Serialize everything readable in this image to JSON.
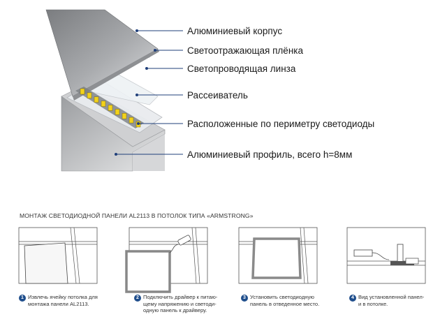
{
  "layers": [
    {
      "id": "housing",
      "label": "Алюминиевый корпус"
    },
    {
      "id": "reflective-film",
      "label": "Светоотражающая плёнка"
    },
    {
      "id": "light-guide-lens",
      "label": "Светопроводящая линза"
    },
    {
      "id": "diffuser",
      "label": "Рассеиватель"
    },
    {
      "id": "perimeter-leds",
      "label": "Расположенные по периметру светодиоды"
    },
    {
      "id": "aluminum-profile",
      "label": "Алюминиевый профиль, всего h=8мм"
    }
  ],
  "installation": {
    "title": "МОНТАЖ СВЕТОДИОДНОЙ ПАНЕЛИ AL2113 В ПОТОЛОК ТИПА «ARMSTRONG»",
    "steps": [
      {
        "number": "1",
        "text": "Извлечь ячейку потолка для\nмонтажа панели AL2113."
      },
      {
        "number": "2",
        "text": "Подключить драйвер к питаю-\nщему напряжению и светоди-\nодную панель к драйверу."
      },
      {
        "number": "3",
        "text": "Установить светодиодную\nпанель в отведенное место."
      },
      {
        "number": "4",
        "text": "Вид установленной панел-\nи в потолке."
      }
    ]
  },
  "colors": {
    "leader": "#1f3f7a",
    "badge": "#1f4e8c",
    "led": "#f2d21b"
  }
}
